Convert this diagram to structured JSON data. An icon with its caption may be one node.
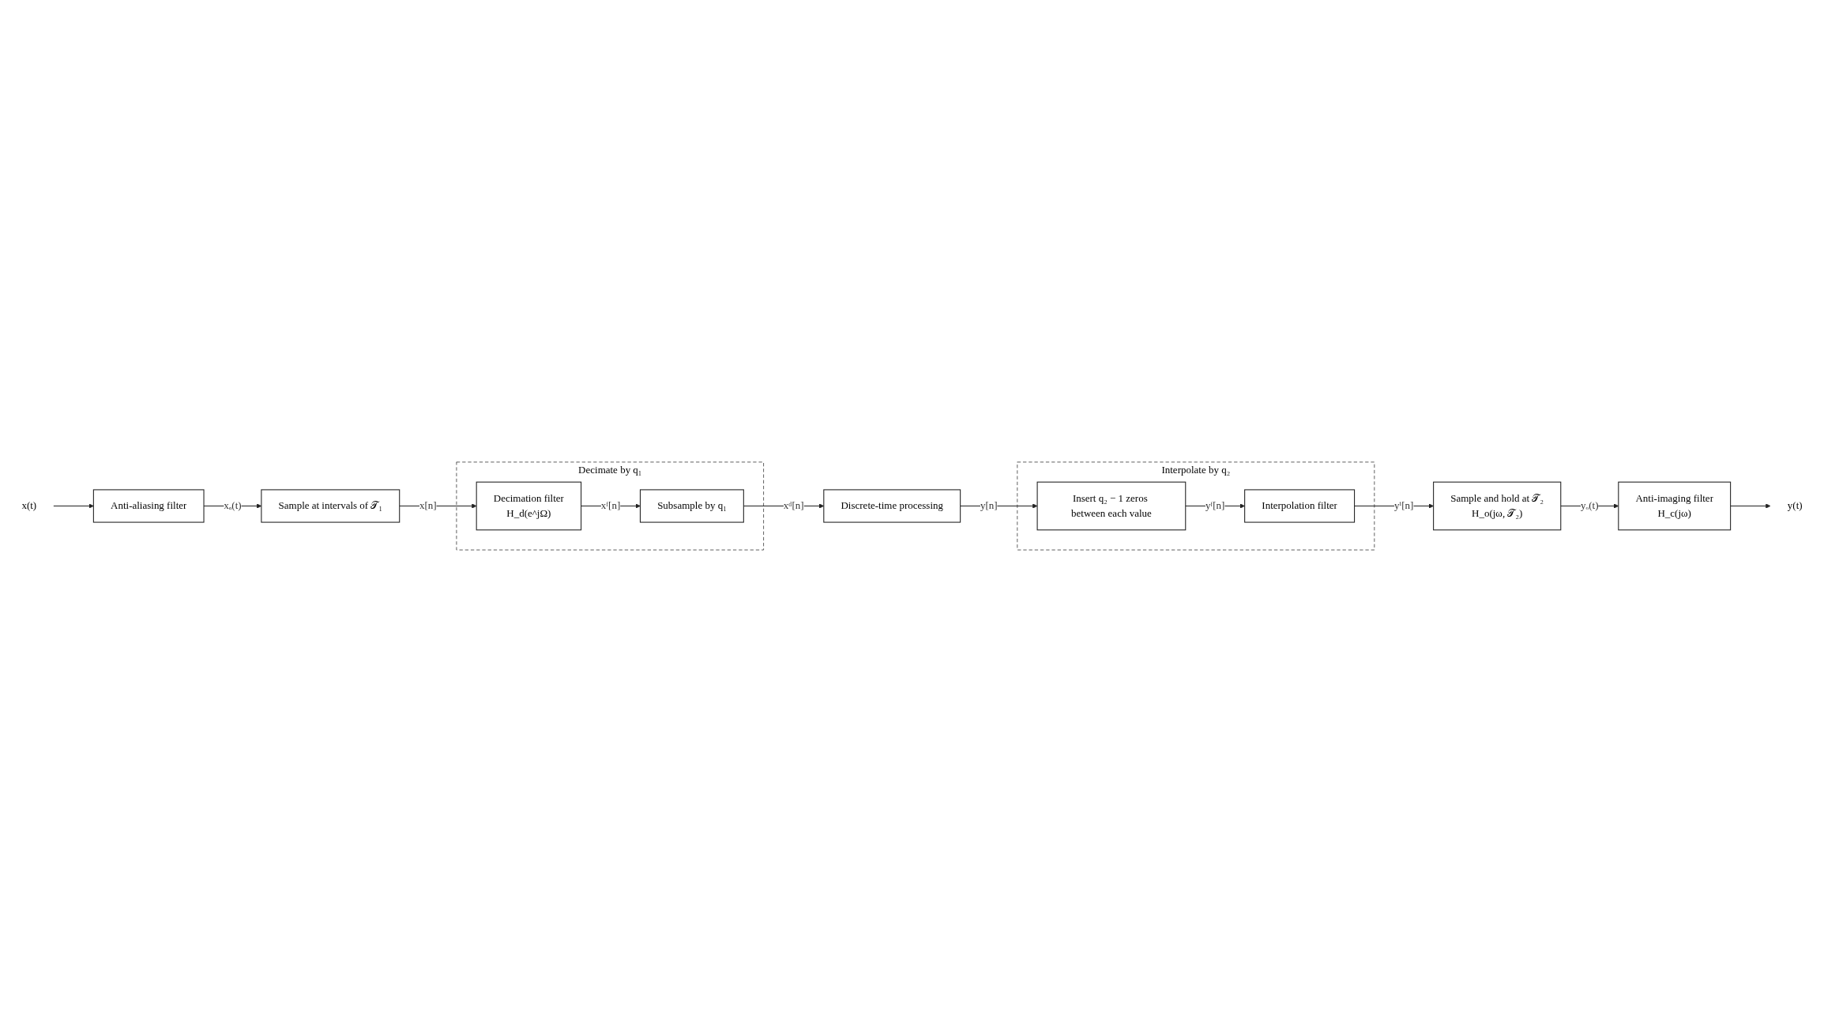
{
  "diagram": {
    "nodes": [
      {
        "text": [
          "x(t)"
        ]
      },
      {
        "text": [
          "Anti-aliasing filter"
        ]
      },
      {
        "text": [
          "Sample at intervals of 𝒯₁"
        ]
      },
      {
        "text": [
          "Decimate by q₁"
        ]
      },
      {
        "text": [
          "Decimation filter",
          "H_d(e^jΩ)"
        ],
        "in": 3
      },
      {
        "text": [
          "Subsample by q₁"
        ],
        "in": 3
      },
      {
        "text": [
          "Interpolate by q₂"
        ]
      },
      {
        "text": [
          "Insert q₂ − 1 zeros between each value"
        ],
        "in": 6
      },
      {
        "text": [
          "Discrete-time processing"
        ]
      },
      {
        "text": [
          "Interpolation filter"
        ],
        "in": 6
      },
      {
        "text": [
          "Sample and hold at 𝒯₂",
          "H_o(jω, 𝒯₂)"
        ]
      },
      {
        "text": [
          "Anti-imaging filter",
          "H_c(jω)"
        ]
      },
      {
        "text": [
          "y(t)"
        ]
      }
    ],
    "edges": [
      {
        "from": 0,
        "to": 1,
        "arrow": "to"
      },
      {
        "from": 1,
        "to": 2,
        "arrow": "to",
        "label": "xₐ(t)"
      },
      {
        "from": 2,
        "to": 4,
        "arrow": "to",
        "label": "x[n]"
      },
      {
        "from": 4,
        "to": 5,
        "arrow": "to",
        "label": "xᶠ[n]"
      },
      {
        "from": 5,
        "to": 8,
        "arrow": "to",
        "label": "xᵈ[n]"
      },
      {
        "from": 8,
        "to": 7,
        "arrow": "to",
        "label": "y[n]"
      },
      {
        "from": 7,
        "to": 9,
        "arrow": "to",
        "label": "yᶠ[n]"
      },
      {
        "from": 9,
        "to": 10,
        "arrow": "to",
        "label": "yⁱ[n]"
      },
      {
        "from": 10,
        "to": 11,
        "arrow": "to",
        "label": "yₒ(t)"
      },
      {
        "from": 11,
        "to": 12,
        "arrow": "to"
      }
    ]
  }
}
